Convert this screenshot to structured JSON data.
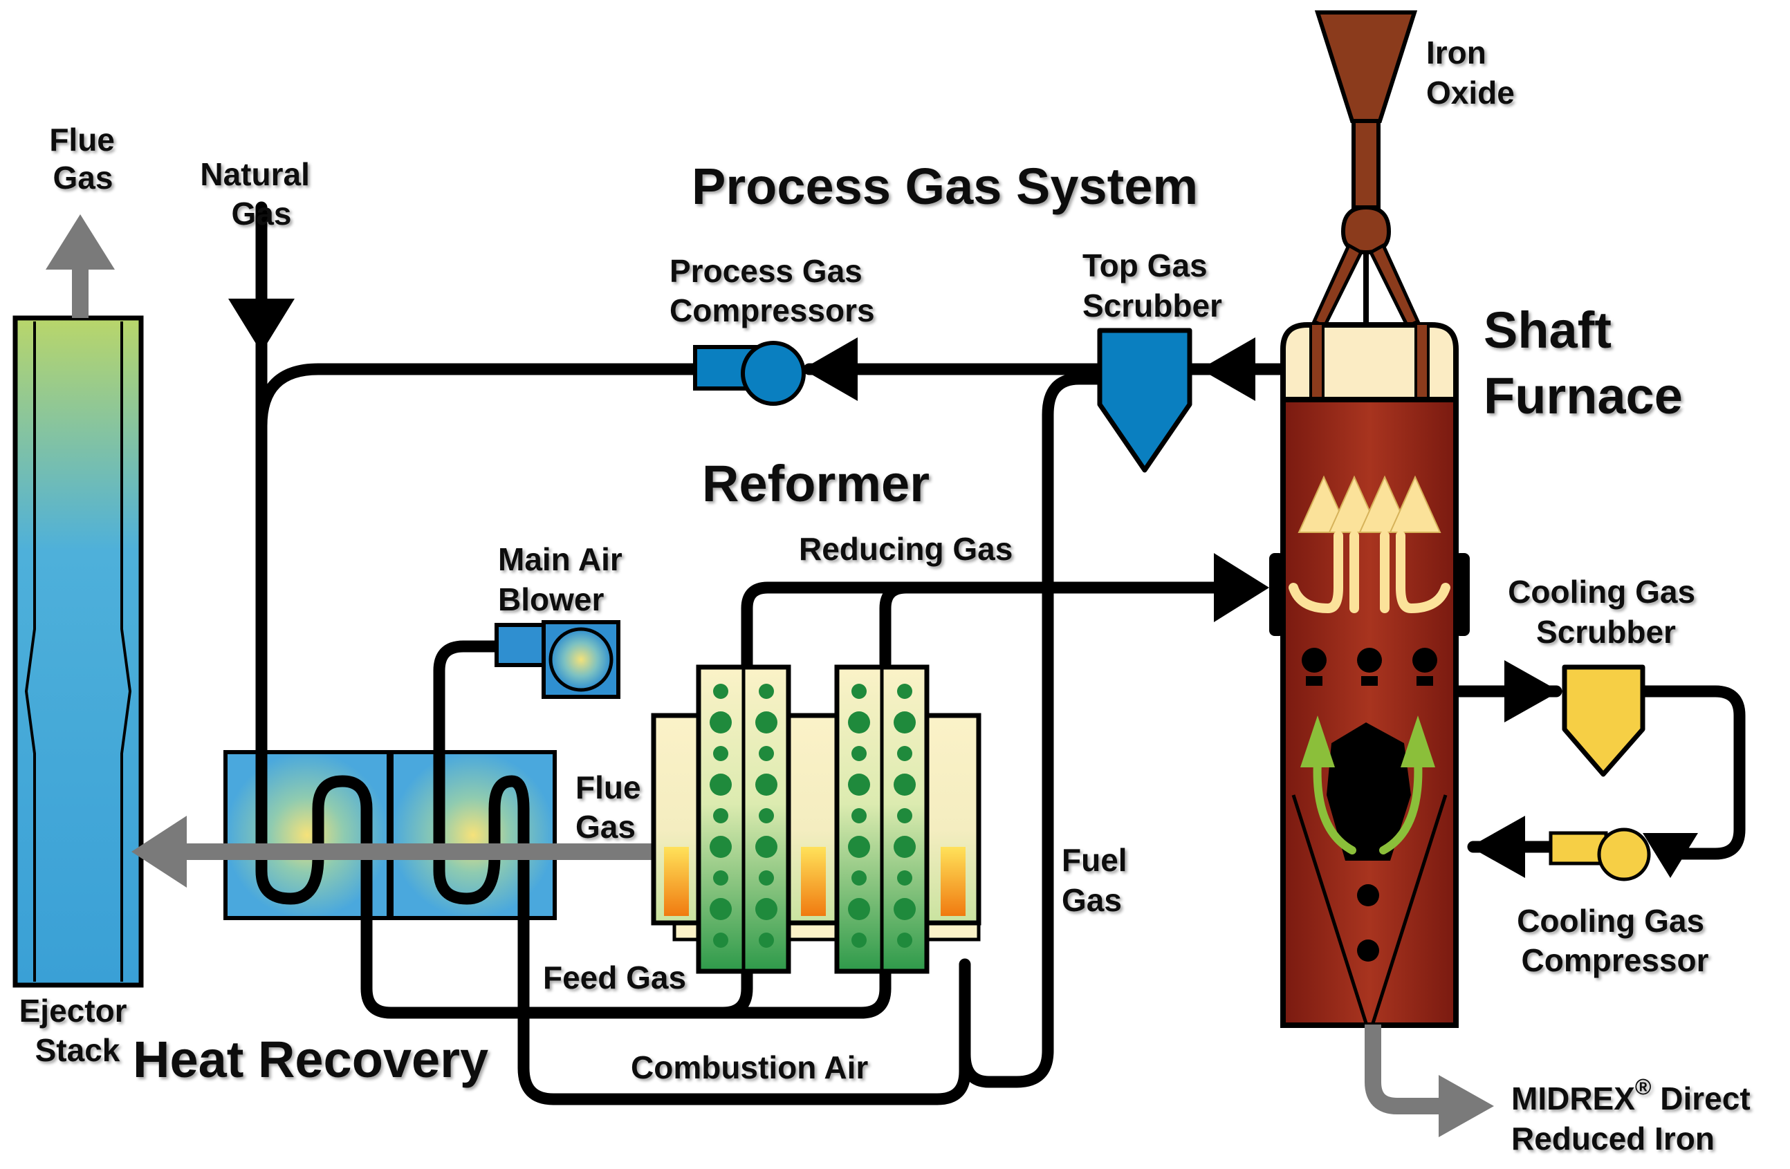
{
  "labels": {
    "flue_gas_top": [
      "Flue",
      "Gas"
    ],
    "natural_gas": [
      "Natural",
      "Gas"
    ],
    "process_gas_system": "Process Gas System",
    "iron_oxide": [
      "Iron",
      "Oxide"
    ],
    "process_gas_compressors": [
      "Process Gas",
      "Compressors"
    ],
    "top_gas_scrubber": [
      "Top Gas",
      "Scrubber"
    ],
    "shaft_furnace": [
      "Shaft",
      "Furnace"
    ],
    "reformer": "Reformer",
    "reducing_gas": "Reducing Gas",
    "main_air_blower": [
      "Main Air",
      "Blower"
    ],
    "cooling_gas_scrubber": [
      "Cooling Gas",
      "Scrubber"
    ],
    "flue_gas_mid": [
      "Flue",
      "Gas"
    ],
    "fuel_gas": [
      "Fuel",
      "Gas"
    ],
    "cooling_gas_compressor": [
      "Cooling Gas",
      "Compressor"
    ],
    "feed_gas": "Feed Gas",
    "ejector_stack": [
      "Ejector",
      "Stack"
    ],
    "heat_recovery": "Heat Recovery",
    "combustion_air": "Combustion Air",
    "midrex_line1": "MIDREX",
    "midrex_reg": "®",
    "midrex_direct": " Direct",
    "midrex_line2": "Reduced Iron"
  },
  "colors": {
    "pipe": "#000000",
    "flue_arrow": "#7a7a7a",
    "blue_equipment": "#0a7fc0",
    "heat_recovery_box": "#4aa8dd",
    "furnace_body": "#8b1e14",
    "furnace_top": "#fbecc4",
    "hopper": "#8b3b1c",
    "cooling_yellow": "#f6cf45",
    "reformer_green": "#1f8a3c",
    "reformer_cream": "#fbf2c8"
  }
}
